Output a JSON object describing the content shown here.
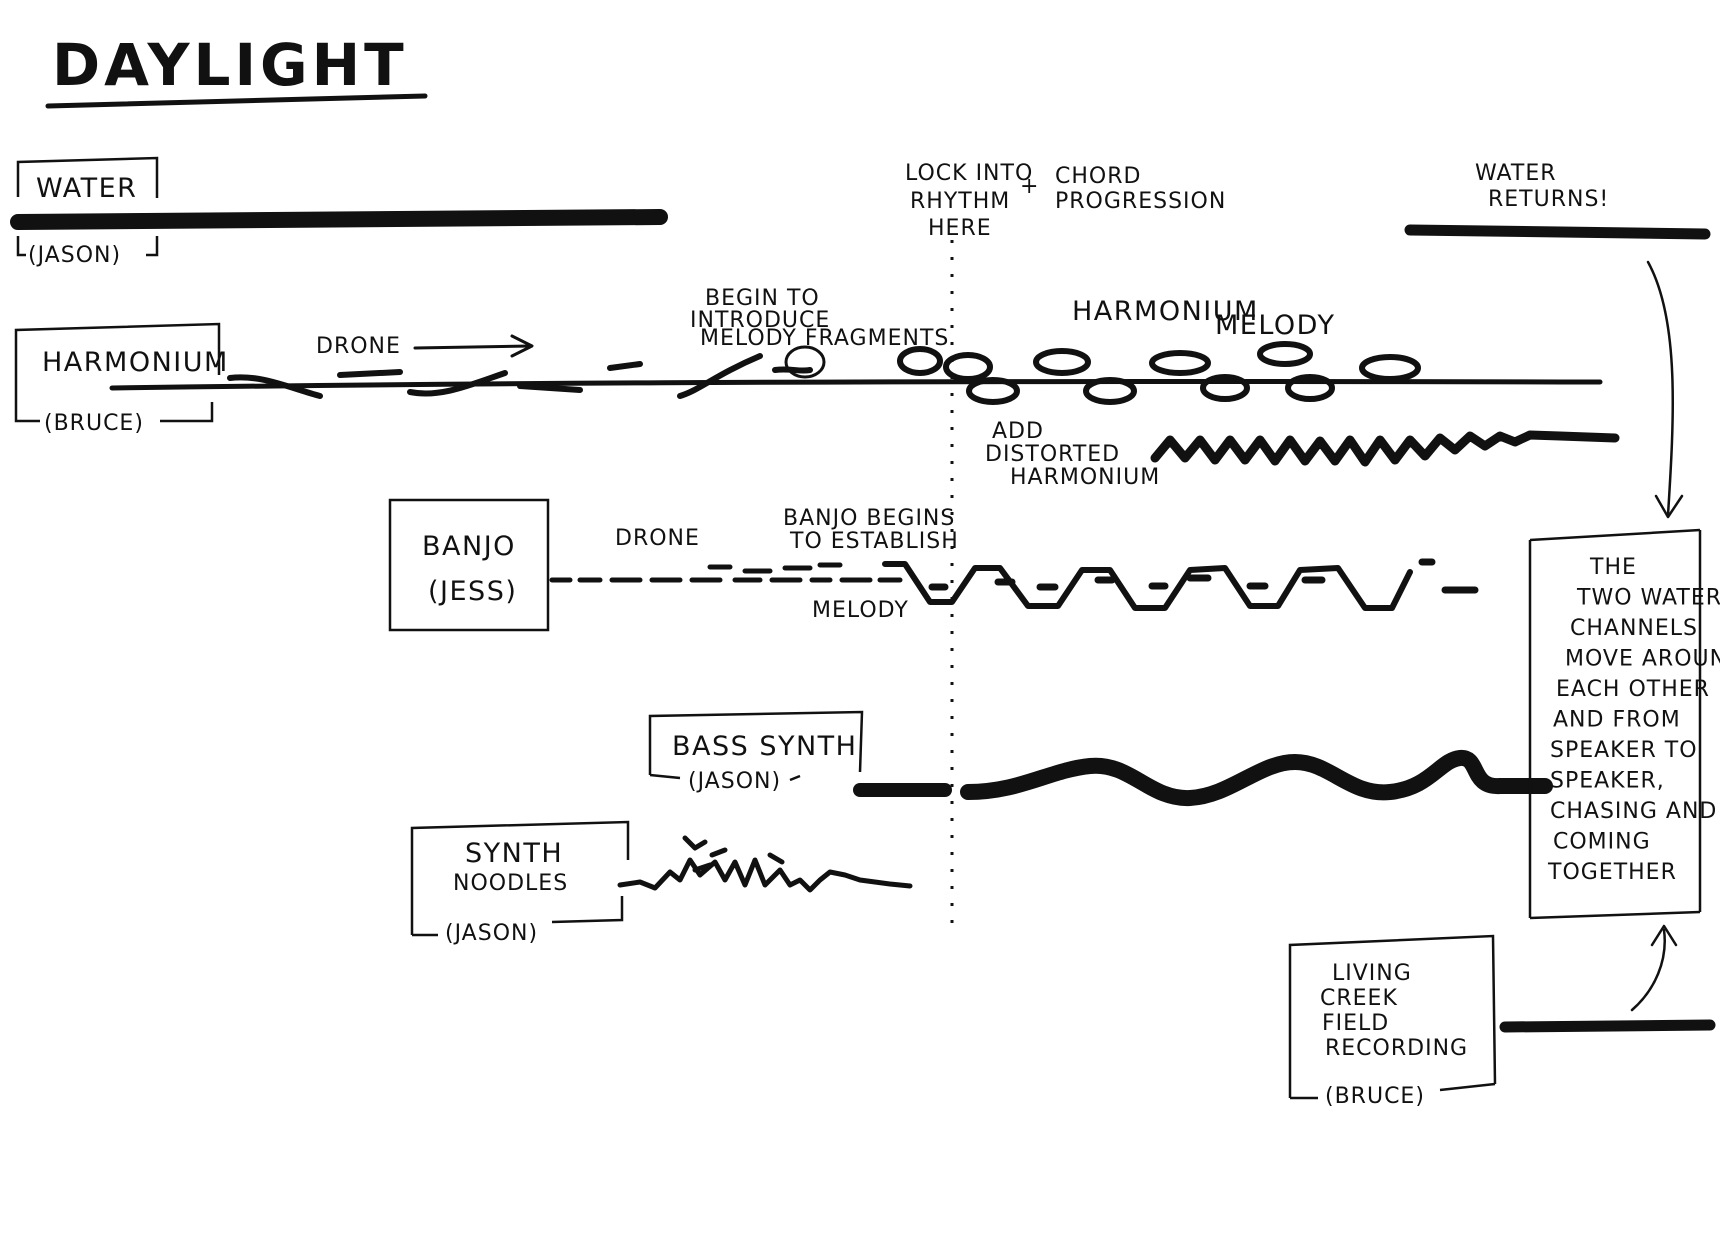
{
  "title": "DAYLIGHT",
  "ink_color": "#111111",
  "paper_color": "#ffffff",
  "tracks": {
    "water": {
      "instrument": "WATER",
      "player": "(JASON)"
    },
    "harmonium": {
      "instrument": "HARMONIUM",
      "player": "(BRUCE)"
    },
    "banjo": {
      "instrument": "BANJO",
      "player": "(JESS)"
    },
    "bass_synth": {
      "instrument": "BASS SYNTH",
      "player": "(JASON)"
    },
    "synth_noodles": {
      "instrument_line1": "SYNTH",
      "instrument_line2": "NOODLES",
      "player": "(JASON)"
    },
    "living_creek": {
      "line1": "LIVING",
      "line2": "CREEK",
      "line3": "FIELD",
      "line4": "RECORDING",
      "player": "(BRUCE)"
    }
  },
  "annotations": {
    "harmonium_drone": "DRONE",
    "begin_introduce": {
      "line1": "BEGIN TO",
      "line2": "INTRODUCE",
      "line3": "MELODY FRAGMENTS"
    },
    "lock_into": {
      "line1": "LOCK INTO",
      "line2": "RHYTHM",
      "line3": "HERE",
      "plus": "+",
      "chord1": "CHORD",
      "chord2": "PROGRESSION"
    },
    "water_returns": {
      "line1": "WATER",
      "line2": "RETURNS!"
    },
    "harmonium_melody": {
      "line1": "HARMONIUM",
      "line2": "MELODY"
    },
    "add_distorted": {
      "line1": "ADD",
      "line2": "DISTORTED",
      "line3": "HARMONIUM"
    },
    "banjo_drone": "DRONE",
    "banjo_begins": {
      "line1": "BANJO BEGINS",
      "line2": "TO ESTABLISH",
      "line3": "MELODY"
    },
    "two_water": {
      "lines": [
        "THE",
        "TWO WATER",
        "CHANNELS",
        "MOVE AROUND",
        "EACH OTHER",
        "AND FROM",
        "SPEAKER TO",
        "SPEAKER,",
        "CHASING AND",
        "COMING",
        "TOGETHER"
      ]
    }
  }
}
